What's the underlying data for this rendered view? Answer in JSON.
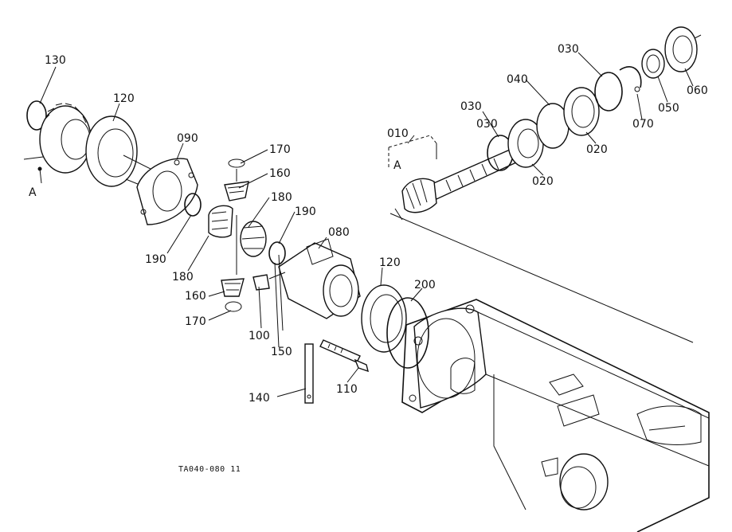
{
  "diagram": {
    "drawing_code": "TA040-080 11",
    "reference_marks": [
      "A",
      "A"
    ],
    "part_labels": [
      "130",
      "120",
      "090",
      "170",
      "160",
      "180",
      "190",
      "190",
      "180",
      "160",
      "170",
      "100",
      "150",
      "080",
      "140",
      "110",
      "120",
      "200",
      "010",
      "030",
      "020",
      "030",
      "040",
      "020",
      "070",
      "050",
      "060",
      "030"
    ],
    "labels": {
      "p130": "130",
      "p120a": "120",
      "p090": "090",
      "p170a": "170",
      "p160a": "160",
      "p180a": "180",
      "p190a": "190",
      "p190b": "190",
      "p180b": "180",
      "p160b": "160",
      "p170b": "170",
      "p100": "100",
      "p150": "150",
      "p080": "080",
      "p140": "140",
      "p110": "110",
      "p120b": "120",
      "p200": "200",
      "p010": "010",
      "p030a": "030",
      "p020a": "020",
      "p030b": "030",
      "p040": "040",
      "p020b": "020",
      "p070": "070",
      "p050": "050",
      "p060": "060",
      "p030c": "030",
      "markA1": "A",
      "markA2": "A"
    }
  }
}
